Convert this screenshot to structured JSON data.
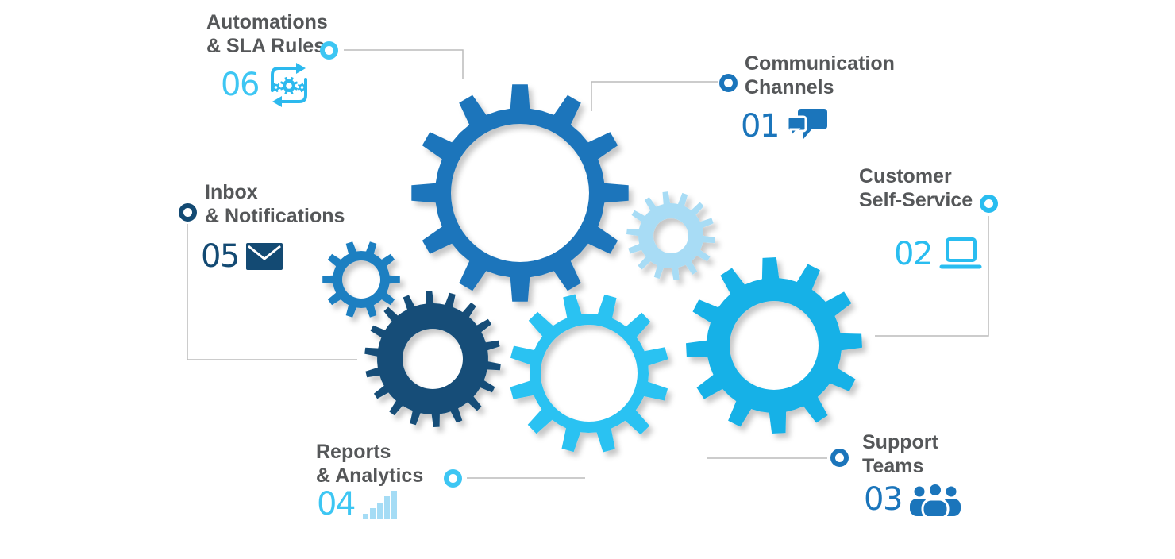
{
  "diagram_title": "Helpdesk feature gears diagram",
  "colors": {
    "background": "#ffffff",
    "label_text": "#555759",
    "connector_line": "#bcbcbc",
    "medium_blue": "#1b75bb",
    "navy": "#134a73",
    "cyan": "#29bdf0",
    "light_cyan": "#3dc6f3",
    "pale_blue": "#a5dcf5",
    "automation_icon_blue": "#2cb9ee"
  },
  "features": [
    {
      "id": "communication",
      "number": "01",
      "line1": "Communication",
      "line2": "Channels",
      "color": "#1b75bb",
      "icon": "chat-bubbles-icon"
    },
    {
      "id": "customer-self-service",
      "number": "02",
      "line1": "Customer",
      "line2": "Self-Service",
      "color": "#29bdf0",
      "icon": "laptop-icon"
    },
    {
      "id": "support-teams",
      "number": "03",
      "line1": "Support",
      "line2": "Teams",
      "color": "#1b75bb",
      "icon": "team-icon"
    },
    {
      "id": "reports-analytics",
      "number": "04",
      "line1": "Reports",
      "line2": "& Analytics",
      "color": "#3dc6f3",
      "icon_color": "#a5dcf5",
      "icon": "bar-chart-icon"
    },
    {
      "id": "inbox-notifications",
      "number": "05",
      "line1": "Inbox",
      "line2": "& Notifications",
      "color": "#134a73",
      "icon": "envelope-icon"
    },
    {
      "id": "automations-sla",
      "number": "06",
      "line1": "Automations",
      "line2": "& SLA Rules",
      "color": "#3dc6f3",
      "icon_color": "#2cb9ee",
      "icon": "automation-icon"
    }
  ],
  "gears": [
    {
      "name": "small-blue-gear",
      "color": "#1e7fc1"
    },
    {
      "name": "big-blue-gear",
      "color": "#1b75bb"
    },
    {
      "name": "pale-blue-gear",
      "color": "#a8dcf5"
    },
    {
      "name": "dark-navy-gear",
      "color": "#134e78"
    },
    {
      "name": "light-cyan-gear",
      "color": "#29c2f2"
    },
    {
      "name": "cyan-gear",
      "color": "#14b1e7"
    }
  ]
}
